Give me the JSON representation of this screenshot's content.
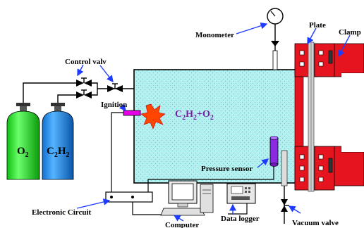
{
  "labels": {
    "monometer": "Monometer",
    "plate": "Plate",
    "clamp": "Clamp",
    "control_valve": "Control valv",
    "ignition": "Ignition",
    "pressure_sensor": "Pressure sensor",
    "electronic_circuit": "Electronic Circuit",
    "computer": "Computer",
    "data_logger": "Data logger",
    "vacuum_valve": "Vacuum valve"
  },
  "chamber": {
    "formula_a": "C",
    "sub_a": "2",
    "formula_b": "H",
    "sub_b": "2",
    "formula_c": "+O",
    "sub_c": "2"
  },
  "cylinders": {
    "left": {
      "symbol": "O",
      "sub": "2"
    },
    "right": {
      "symbol": "C",
      "sub1": "2",
      "mid": "H",
      "sub2": "2"
    }
  },
  "colors": {
    "chamber_fill": "#b4f0f0",
    "oxygen_cylinder": "#19e619",
    "acetylene_cylinder": "#1a8cf0",
    "flange": "#e6141e",
    "pressure_sensor": "#8a2be2",
    "ignition": "#e600e6",
    "spark": "#ff4500",
    "formula": "#7a1aa8",
    "arrows": "#1e3cff"
  },
  "icons": [
    "pressure-gauge-icon",
    "spark-icon",
    "valve-icon",
    "computer-icon",
    "data-logger-icon"
  ]
}
